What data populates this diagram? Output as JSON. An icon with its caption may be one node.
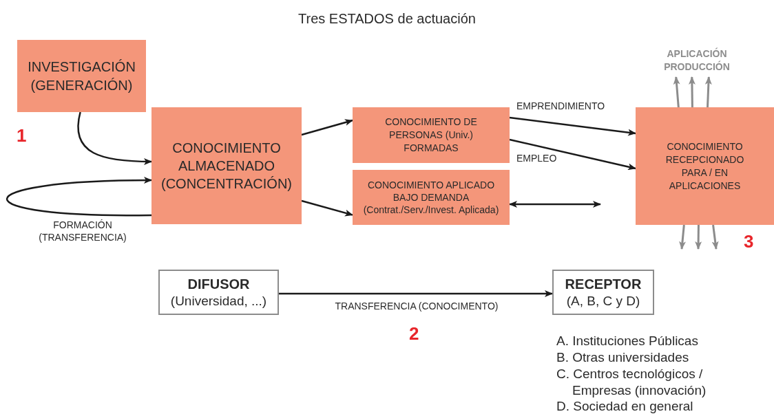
{
  "diagram": {
    "title": "Tres ESTADOS de actuación",
    "nodes": [
      {
        "text": [
          "INVESTIGACIÓN (GENERACIÓN)"
        ]
      },
      {
        "text": [
          "CONOCIMIENTO ALMACENADO (CONCENTRACIÓN)"
        ]
      },
      {
        "text": [
          "CONOCIMIENTO DE PERSONAS (Univ.) FORMADAS"
        ]
      },
      {
        "text": [
          "CONOCIMIENTO APLICADO BAJO DEMANDA (Contrat./Serv./Invest. Aplicada)"
        ]
      },
      {
        "text": [
          "CONOCIMIENTO RECEPCIONADO PARA / EN APLICACIONES"
        ]
      },
      {
        "text": [
          "APLICACIÓN PRODUCCIÓN"
        ]
      },
      {
        "text": [
          "DIFUSOR",
          "(Universidad, ...)"
        ]
      },
      {
        "text": [
          "RECEPTOR",
          "(A, B, C y D)"
        ]
      }
    ],
    "edges": [
      {
        "from": 0,
        "to": 1,
        "arrow": "to"
      },
      {
        "from": 1,
        "to": 1,
        "arrow": "to",
        "label": "FORMACIÓN (TRANSFERENCIA)"
      },
      {
        "from": 1,
        "to": 2,
        "arrow": "to"
      },
      {
        "from": 1,
        "to": 3,
        "arrow": "to"
      },
      {
        "from": 2,
        "to": 4,
        "arrow": "to",
        "label": "EMPRENDIMIENTO"
      },
      {
        "from": 2,
        "to": 4,
        "arrow": "to",
        "label": "EMPLEO"
      },
      {
        "from": 3,
        "to": null,
        "arrow": "both"
      },
      {
        "from": 4,
        "to": 5,
        "arrow": "to",
        "color": "#8c8c8c"
      },
      {
        "from": 4,
        "to": 5,
        "arrow": "to",
        "color": "#8c8c8c"
      },
      {
        "from": 4,
        "to": 5,
        "arrow": "to",
        "color": "#8c8c8c"
      },
      {
        "from": 4,
        "to": null,
        "arrow": "to",
        "color": "#8c8c8c"
      },
      {
        "from": 4,
        "to": null,
        "arrow": "to",
        "color": "#8c8c8c"
      },
      {
        "from": 4,
        "to": null,
        "arrow": "to",
        "color": "#8c8c8c"
      },
      {
        "from": 6,
        "to": 7,
        "arrow": "to",
        "label": "TRANSFERENCIA (CONOCIMENTO)"
      }
    ],
    "labels": [
      "1",
      "2",
      "3",
      "A. Instituciones Públicas",
      "B. Otras universidades",
      "C. Centros tecnológicos / Empresas (innovación)",
      "D. Sociedad en general"
    ]
  }
}
